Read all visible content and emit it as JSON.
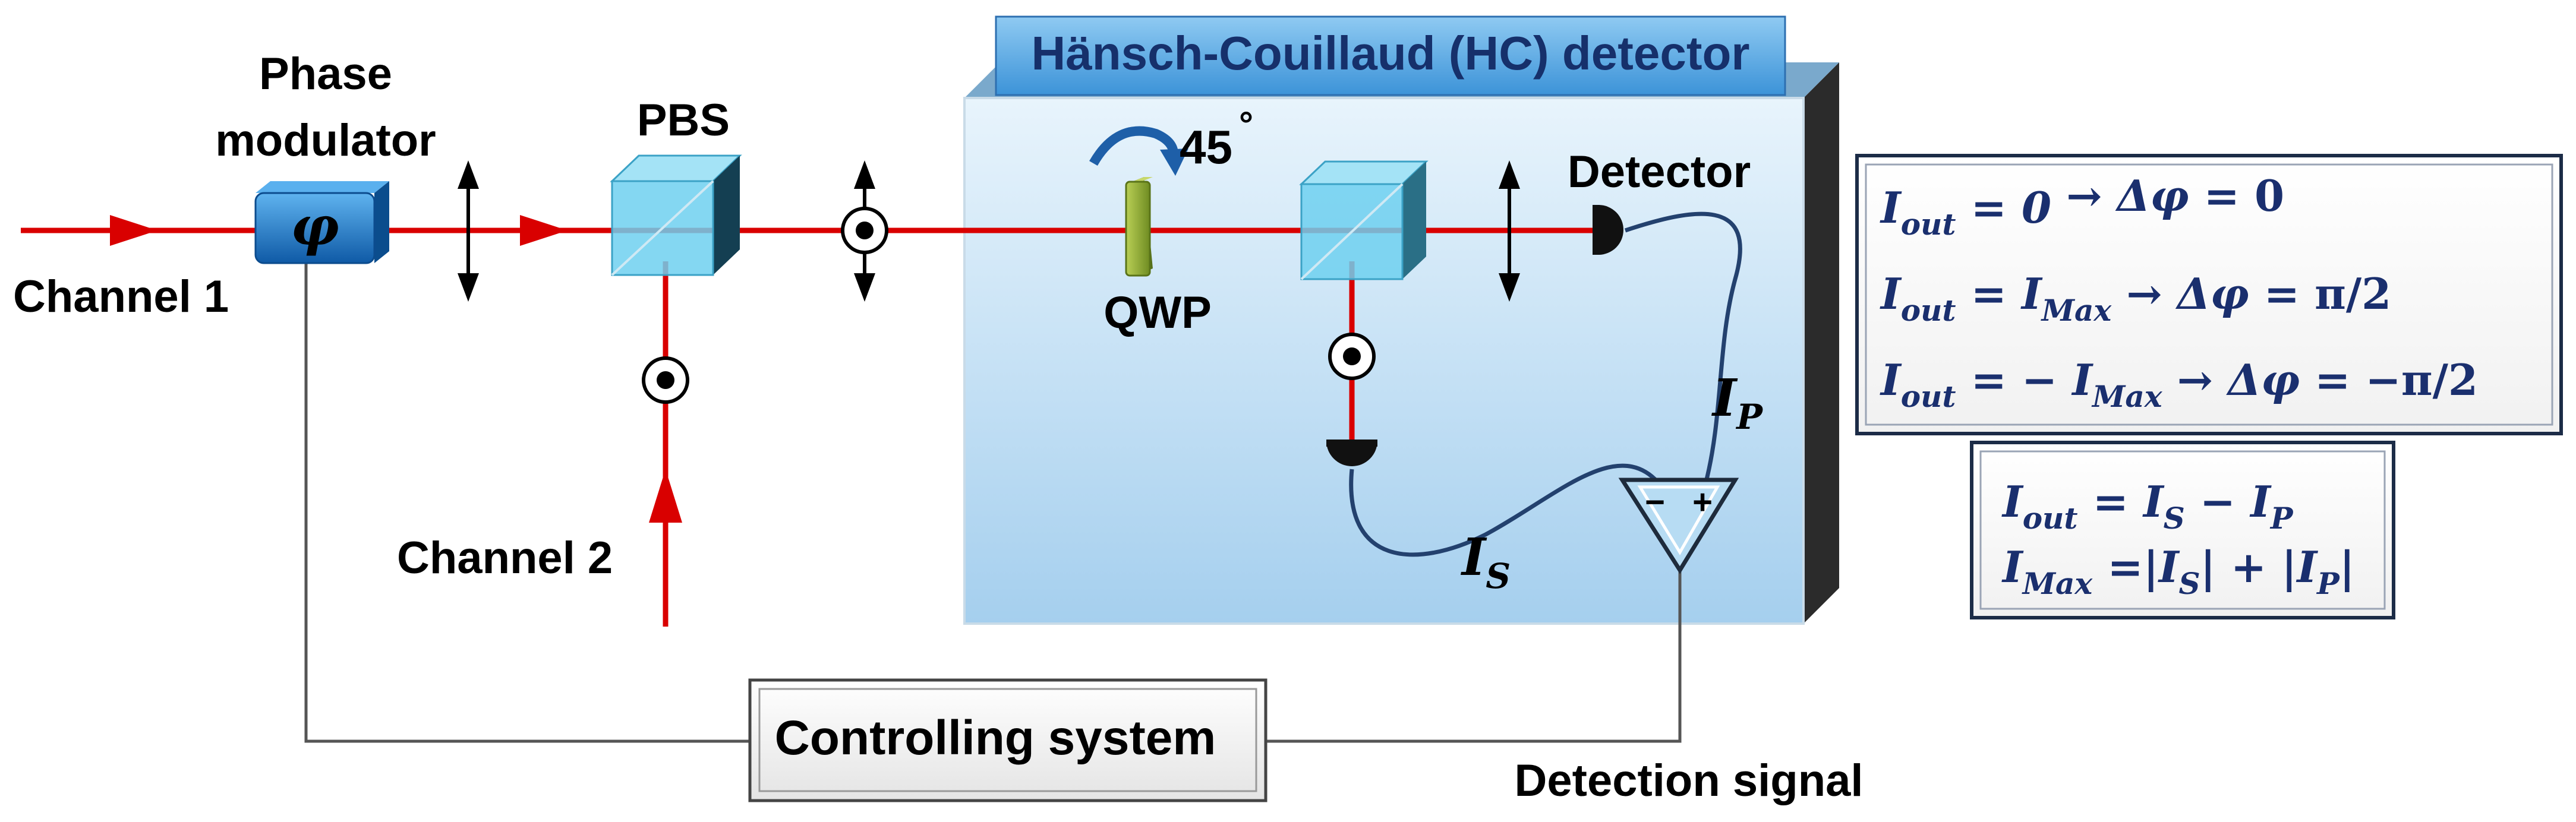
{
  "labels": {
    "channel1": "Channel 1",
    "channel2": "Channel 2",
    "phase_modulator_line1": "Phase",
    "phase_modulator_line2": "modulator",
    "phi": "φ",
    "pbs": "PBS",
    "hc_title": "Hänsch-Couillaud (HC) detector",
    "rotation": "45",
    "degree": "°",
    "qwp": "QWP",
    "detector": "Detector",
    "ip_sym": "I",
    "ip_sub": "P",
    "is_sym": "I",
    "is_sub": "S",
    "minus": "−",
    "plus": "+",
    "controlling_system": "Controlling system",
    "detection_signal": "Detection signal"
  },
  "equations_box1": [
    {
      "lhs_sym": "I",
      "lhs_sub": "out",
      "mid": " = ",
      "rhs_bold": "0",
      "rhs_sub": "",
      "arrow": "  →  ",
      "res_sym": "Δφ",
      "res_val": " = 0"
    },
    {
      "lhs_sym": "I",
      "lhs_sub": "out",
      "mid": " = ",
      "rhs_bold": "I",
      "rhs_sub": "Max",
      "arrow": "  →  ",
      "res_sym": "Δφ",
      "res_val": " = π/2"
    },
    {
      "lhs_sym": "I",
      "lhs_sub": "out",
      "mid": " = − ",
      "rhs_bold": "I",
      "rhs_sub": "Max",
      "arrow": " → ",
      "res_sym": "Δφ",
      "res_val": " = −π/2"
    }
  ],
  "equations_box2": {
    "line1": {
      "a": "I",
      "a_sub": "out",
      "eq": " = ",
      "b": "I",
      "b_sub": "S",
      "op": " − ",
      "c": "I",
      "c_sub": "P"
    },
    "line2": {
      "a": "I",
      "a_sub": "Max",
      "eq": " =|",
      "b": "I",
      "b_sub": "S",
      "op": "| + |",
      "c": "I",
      "c_sub": "P",
      "end": "|"
    }
  },
  "colors": {
    "beam": "#d90000",
    "hc_box_top": "#e6f3fb",
    "hc_box_bottom": "#a7d0ee",
    "hc_title_fill": "#5aaee8",
    "hc_title_text": "#16306b",
    "equation_text": "#1a2f6e",
    "cube": "#6fd0f0",
    "qwp": "#8fae2e",
    "modulator": "#1f78c8",
    "wire": "#23416e",
    "control_line": "#555555"
  }
}
